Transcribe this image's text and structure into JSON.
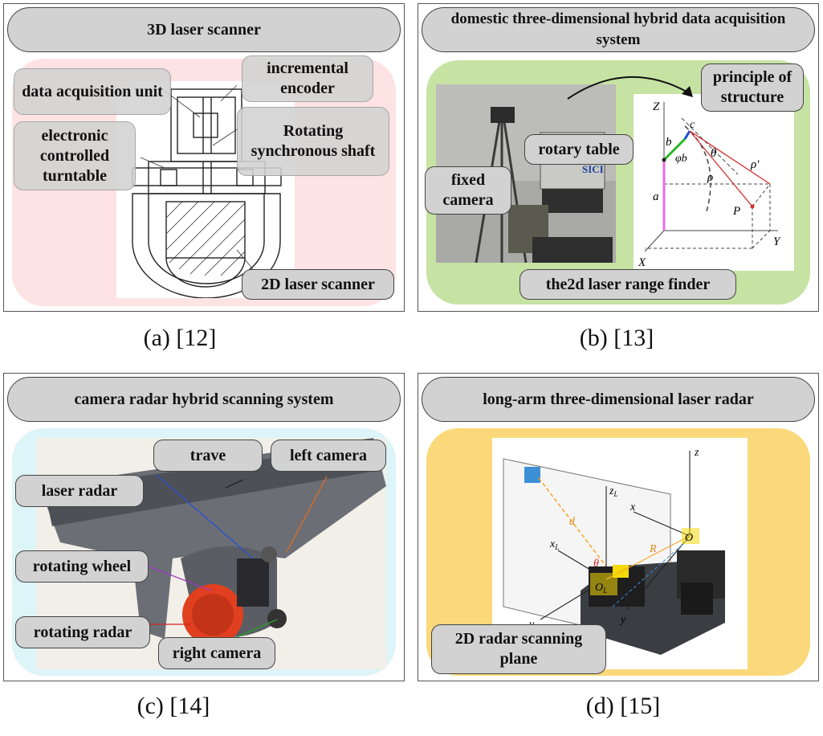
{
  "panels": {
    "a": {
      "title": "3D laser scanner",
      "labels": {
        "data_acquisition": "data acquisition unit",
        "incremental_encoder": "incremental encoder",
        "electronic_turntable": "electronic controlled turntable",
        "rotating_shaft": "Rotating synchronous shaft",
        "laser_2d": "2D laser scanner"
      },
      "caption": "(a) [12]"
    },
    "b": {
      "title": "domestic three-dimensional hybrid data acquisition system",
      "labels": {
        "principle": "principle of structure",
        "rotary_table": "rotary table",
        "fixed_camera": "fixed camera",
        "range_finder": "the2d laser range finder"
      },
      "diagram_text": {
        "Z": "Z",
        "Y": "Y",
        "X": "X",
        "a": "a",
        "b": "b",
        "c": "c",
        "phib": "φb",
        "theta": "θ",
        "rho": "ρ",
        "rho_prime": "ρ'",
        "P": "P"
      },
      "photo_text": "SICI",
      "caption": "(b) [13]"
    },
    "c": {
      "title": "camera radar hybrid scanning system",
      "labels": {
        "trave": "trave",
        "left_camera": "left camera",
        "laser_radar": "laser radar",
        "rotating_wheel": "rotating wheel",
        "rotating_radar": "rotating radar",
        "right_camera": "right camera"
      },
      "caption": "(c) [14]"
    },
    "d": {
      "title": "long-arm three-dimensional laser radar",
      "labels": {
        "scanning_plane": "2D radar scanning plane"
      },
      "diagram_text": {
        "z": "z",
        "zL": "z",
        "zL_sub": "L",
        "x": "x",
        "xL": "x",
        "xL_sub": "L",
        "yL": "y",
        "yL_sub": "L",
        "y": "y",
        "d": "d",
        "theta": "θ",
        "R": "R",
        "OL": "O",
        "OL_sub": "L",
        "O": "O"
      },
      "caption": "(d) [15]"
    }
  },
  "colors": {
    "pill_gray": "#d2d2d2",
    "panel_a_bg": "#fde3e3",
    "panel_b_bg": "#c6e3a3",
    "panel_c_bg": "#ddf4f8",
    "panel_d_bg": "#fbd97a"
  }
}
